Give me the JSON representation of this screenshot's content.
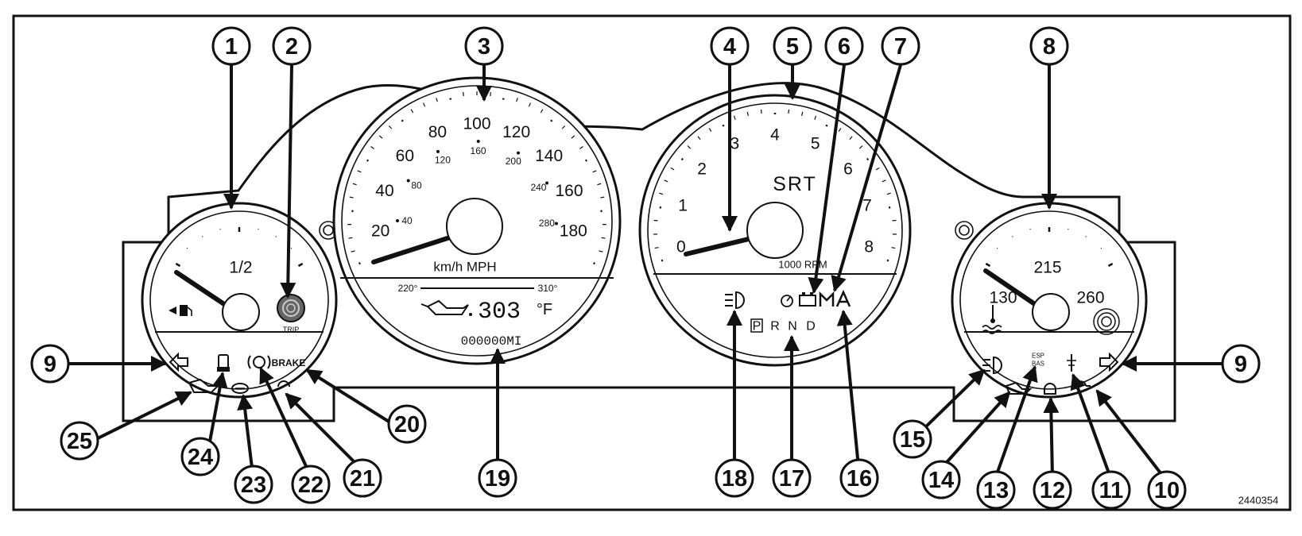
{
  "figure_id": "2440354",
  "callouts": [
    "1",
    "2",
    "3",
    "4",
    "5",
    "6",
    "7",
    "8",
    "9",
    "9",
    "10",
    "11",
    "12",
    "13",
    "14",
    "15",
    "16",
    "17",
    "18",
    "19",
    "20",
    "21",
    "22",
    "23",
    "24",
    "25"
  ],
  "fuel_gauge": {
    "half_label": "1/2",
    "trip_label": "TRIP",
    "brake_label": "BRAKE"
  },
  "speedometer": {
    "mph_ticks": [
      "20",
      "40",
      "60",
      "80",
      "100",
      "120",
      "140",
      "160",
      "180"
    ],
    "kmh_ticks": [
      "40",
      "80",
      "120",
      "160",
      "200",
      "240",
      "280"
    ],
    "unit_label": "km/h MPH",
    "oil_scale_low": "220°",
    "oil_scale_high": "310°",
    "oil_temp_value": "303",
    "oil_temp_unit": "°F",
    "odometer": "000000MI"
  },
  "tachometer": {
    "ticks": [
      "0",
      "1",
      "2",
      "3",
      "4",
      "5",
      "6",
      "7",
      "8"
    ],
    "brand": "SRT",
    "unit_label": "1000 RPM",
    "gear_indicator": [
      "P",
      "R",
      "N",
      "D"
    ]
  },
  "temp_gauge": {
    "ticks": [
      "130",
      "215",
      "260"
    ],
    "esp_label": "ESP",
    "bas_label": "BAS"
  }
}
